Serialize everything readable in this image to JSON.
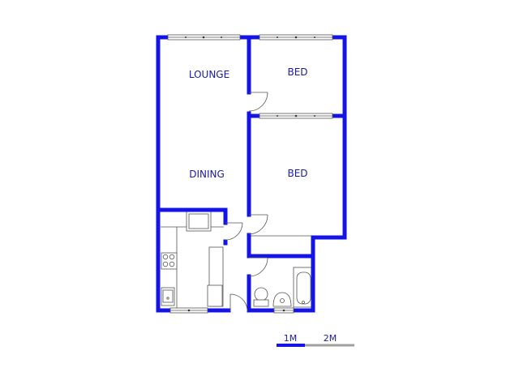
{
  "floor_plan": {
    "rooms": [
      {
        "id": "lounge",
        "label": "LOUNGE"
      },
      {
        "id": "bed_1",
        "label": "BED"
      },
      {
        "id": "dining",
        "label": "DINING"
      },
      {
        "id": "bed_2",
        "label": "BED"
      }
    ],
    "fixtures": [
      "fridge-icon",
      "stove-icon",
      "sink-icon",
      "toilet-icon",
      "basin-icon",
      "bathtub-icon"
    ],
    "wall_color": "#1414e6",
    "label_color": "#1a1aa8"
  },
  "scale_bar": {
    "label_1": "1M",
    "label_2": "2M",
    "color_primary": "#1414e6",
    "color_secondary": "#a0a0a0"
  }
}
